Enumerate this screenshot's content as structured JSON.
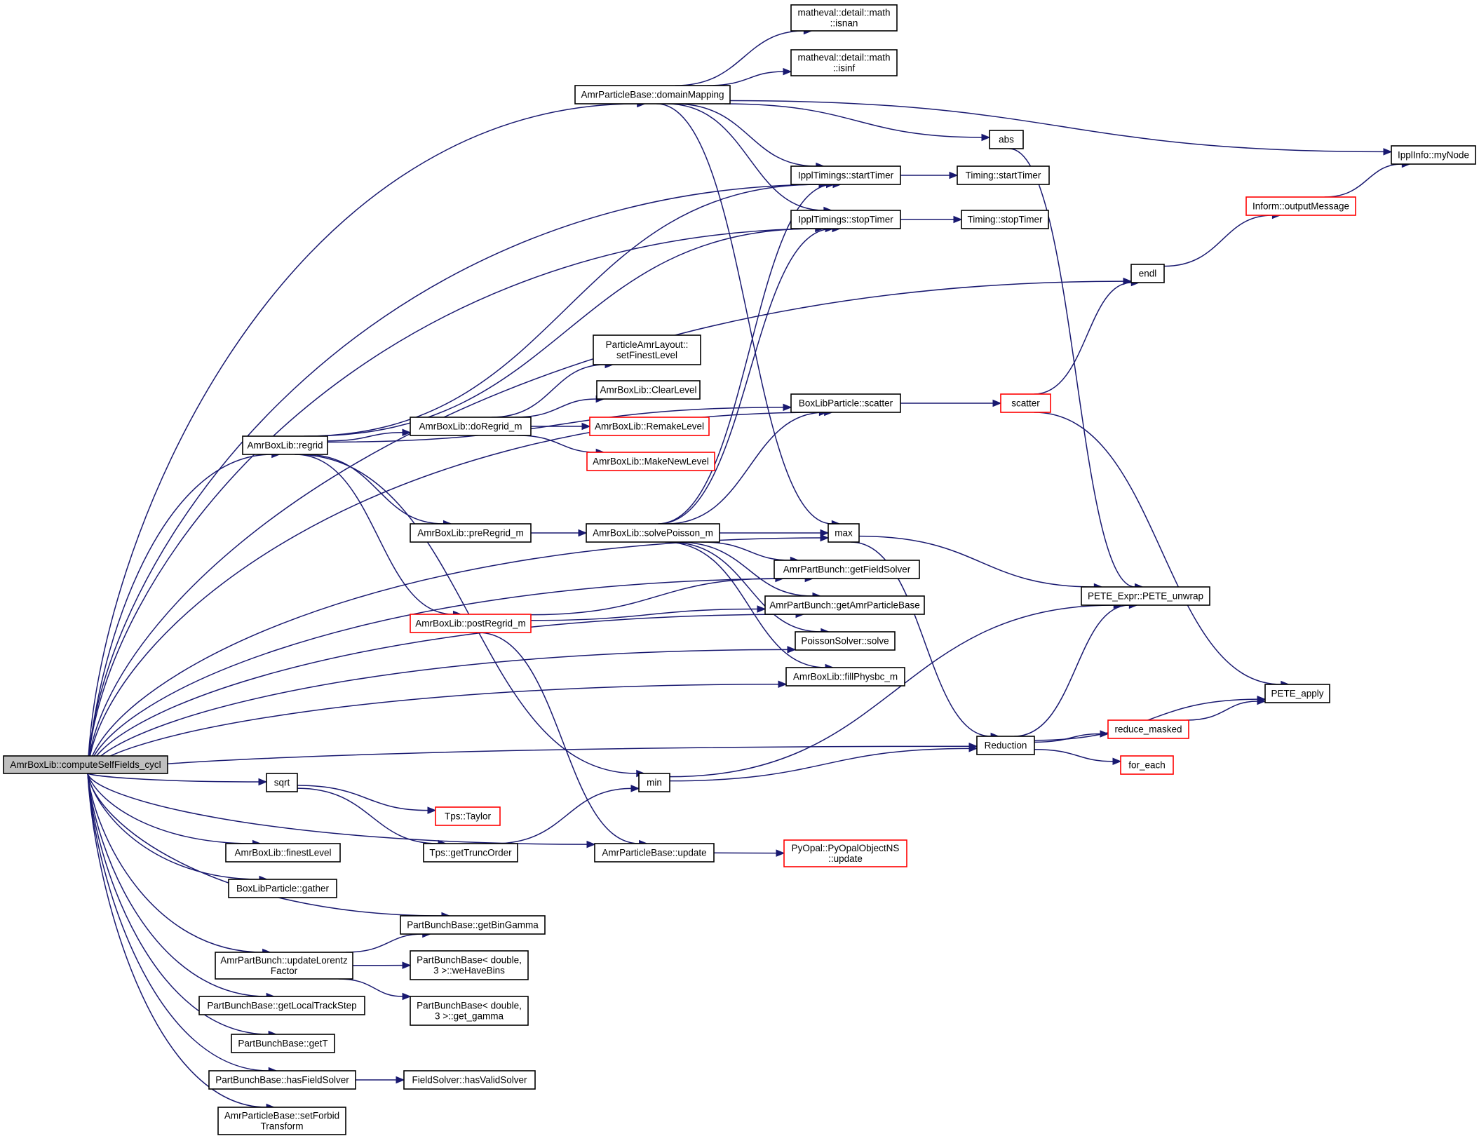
{
  "diagram": {
    "type": "call-graph",
    "node_colors": {
      "default": "#000000",
      "truncated": "#ff0000",
      "root_fill": "#bfbfbf",
      "edge": "#191970"
    },
    "nodes": [
      {
        "id": "root",
        "lines": [
          "AmrBoxLib::computeSelfFields_cycl"
        ],
        "color": "gray"
      },
      {
        "id": "domainMapping",
        "lines": [
          "AmrParticleBase::domainMapping"
        ],
        "color": "black"
      },
      {
        "id": "isnan",
        "lines": [
          "matheval::detail::math",
          "::isnan"
        ],
        "color": "black"
      },
      {
        "id": "isinf",
        "lines": [
          "matheval::detail::math",
          "::isinf"
        ],
        "color": "black"
      },
      {
        "id": "abs",
        "lines": [
          "abs"
        ],
        "color": "black"
      },
      {
        "id": "myNode",
        "lines": [
          "IpplInfo::myNode"
        ],
        "color": "black"
      },
      {
        "id": "startTimer",
        "lines": [
          "IpplTimings::startTimer"
        ],
        "color": "black"
      },
      {
        "id": "tStartTimer",
        "lines": [
          "Timing::startTimer"
        ],
        "color": "black"
      },
      {
        "id": "stopTimer",
        "lines": [
          "IpplTimings::stopTimer"
        ],
        "color": "black"
      },
      {
        "id": "tStopTimer",
        "lines": [
          "Timing::stopTimer"
        ],
        "color": "black"
      },
      {
        "id": "outputMessage",
        "lines": [
          "Inform::outputMessage"
        ],
        "color": "red"
      },
      {
        "id": "endl",
        "lines": [
          "endl"
        ],
        "color": "black"
      },
      {
        "id": "setFinestLevel",
        "lines": [
          "ParticleAmrLayout::",
          "setFinestLevel"
        ],
        "color": "black"
      },
      {
        "id": "clearLevel",
        "lines": [
          "AmrBoxLib::ClearLevel"
        ],
        "color": "black"
      },
      {
        "id": "remakeLevel",
        "lines": [
          "AmrBoxLib::RemakeLevel"
        ],
        "color": "red"
      },
      {
        "id": "makeNewLevel",
        "lines": [
          "AmrBoxLib::MakeNewLevel"
        ],
        "color": "red"
      },
      {
        "id": "doRegrid",
        "lines": [
          "AmrBoxLib::doRegrid_m"
        ],
        "color": "black"
      },
      {
        "id": "regrid",
        "lines": [
          "AmrBoxLib::regrid"
        ],
        "color": "black"
      },
      {
        "id": "scatterBL",
        "lines": [
          "BoxLibParticle::scatter"
        ],
        "color": "black"
      },
      {
        "id": "scatter",
        "lines": [
          "scatter"
        ],
        "color": "red"
      },
      {
        "id": "preRegrid",
        "lines": [
          "AmrBoxLib::preRegrid_m"
        ],
        "color": "black"
      },
      {
        "id": "solvePoisson",
        "lines": [
          "AmrBoxLib::solvePoisson_m"
        ],
        "color": "black"
      },
      {
        "id": "max",
        "lines": [
          "max"
        ],
        "color": "black"
      },
      {
        "id": "getFieldSolver",
        "lines": [
          "AmrPartBunch::getFieldSolver"
        ],
        "color": "black"
      },
      {
        "id": "getAmrParticleBase",
        "lines": [
          "AmrPartBunch::getAmrParticleBase"
        ],
        "color": "black"
      },
      {
        "id": "peteUnwrap",
        "lines": [
          "PETE_Expr::PETE_unwrap"
        ],
        "color": "black"
      },
      {
        "id": "postRegrid",
        "lines": [
          "AmrBoxLib::postRegrid_m"
        ],
        "color": "red"
      },
      {
        "id": "poissonSolve",
        "lines": [
          "PoissonSolver::solve"
        ],
        "color": "black"
      },
      {
        "id": "fillPhysbc",
        "lines": [
          "AmrBoxLib::fillPhysbc_m"
        ],
        "color": "black"
      },
      {
        "id": "peteApply",
        "lines": [
          "PETE_apply"
        ],
        "color": "black"
      },
      {
        "id": "reduceMasked",
        "lines": [
          "reduce_masked"
        ],
        "color": "red"
      },
      {
        "id": "reduction",
        "lines": [
          "Reduction"
        ],
        "color": "black"
      },
      {
        "id": "forEach",
        "lines": [
          "for_each"
        ],
        "color": "red"
      },
      {
        "id": "min",
        "lines": [
          "min"
        ],
        "color": "black"
      },
      {
        "id": "sqrt",
        "lines": [
          "sqrt"
        ],
        "color": "black"
      },
      {
        "id": "taylor",
        "lines": [
          "Tps::Taylor"
        ],
        "color": "red"
      },
      {
        "id": "getTruncOrder",
        "lines": [
          "Tps::getTruncOrder"
        ],
        "color": "black"
      },
      {
        "id": "finestLevel",
        "lines": [
          "AmrBoxLib::finestLevel"
        ],
        "color": "black"
      },
      {
        "id": "update",
        "lines": [
          "AmrParticleBase::update"
        ],
        "color": "black"
      },
      {
        "id": "pyUpdate",
        "lines": [
          "PyOpal::PyOpalObjectNS",
          "::update"
        ],
        "color": "red"
      },
      {
        "id": "gather",
        "lines": [
          "BoxLibParticle::gather"
        ],
        "color": "black"
      },
      {
        "id": "getBinGamma",
        "lines": [
          "PartBunchBase::getBinGamma"
        ],
        "color": "black"
      },
      {
        "id": "updateLorentz",
        "lines": [
          "AmrPartBunch::updateLorentz",
          "Factor"
        ],
        "color": "black"
      },
      {
        "id": "weHaveBins",
        "lines": [
          "PartBunchBase< double,",
          "3 >::weHaveBins"
        ],
        "color": "black"
      },
      {
        "id": "getGamma",
        "lines": [
          "PartBunchBase< double,",
          "3 >::get_gamma"
        ],
        "color": "black"
      },
      {
        "id": "getLocalTrackStep",
        "lines": [
          "PartBunchBase::getLocalTrackStep"
        ],
        "color": "black"
      },
      {
        "id": "getT",
        "lines": [
          "PartBunchBase::getT"
        ],
        "color": "black"
      },
      {
        "id": "hasFieldSolver",
        "lines": [
          "PartBunchBase::hasFieldSolver"
        ],
        "color": "black"
      },
      {
        "id": "hasValidSolver",
        "lines": [
          "FieldSolver::hasValidSolver"
        ],
        "color": "black"
      },
      {
        "id": "setForbidTransform",
        "lines": [
          "AmrParticleBase::setForbid",
          "Transform"
        ],
        "color": "black"
      }
    ],
    "edges": [
      [
        "root",
        "domainMapping"
      ],
      [
        "root",
        "startTimer"
      ],
      [
        "root",
        "stopTimer"
      ],
      [
        "root",
        "endl"
      ],
      [
        "root",
        "scatterBL"
      ],
      [
        "root",
        "regrid"
      ],
      [
        "root",
        "max"
      ],
      [
        "root",
        "getFieldSolver"
      ],
      [
        "root",
        "getAmrParticleBase"
      ],
      [
        "root",
        "poissonSolve"
      ],
      [
        "root",
        "fillPhysbc"
      ],
      [
        "root",
        "reduction"
      ],
      [
        "root",
        "sqrt"
      ],
      [
        "root",
        "finestLevel"
      ],
      [
        "root",
        "gather"
      ],
      [
        "root",
        "getBinGamma"
      ],
      [
        "root",
        "updateLorentz"
      ],
      [
        "root",
        "getLocalTrackStep"
      ],
      [
        "root",
        "getT"
      ],
      [
        "root",
        "hasFieldSolver"
      ],
      [
        "root",
        "setForbidTransform"
      ],
      [
        "root",
        "update"
      ],
      [
        "domainMapping",
        "isnan"
      ],
      [
        "domainMapping",
        "isinf"
      ],
      [
        "domainMapping",
        "myNode"
      ],
      [
        "domainMapping",
        "abs"
      ],
      [
        "domainMapping",
        "startTimer"
      ],
      [
        "domainMapping",
        "stopTimer"
      ],
      [
        "domainMapping",
        "max"
      ],
      [
        "abs",
        "peteUnwrap"
      ],
      [
        "startTimer",
        "tStartTimer"
      ],
      [
        "stopTimer",
        "tStopTimer"
      ],
      [
        "outputMessage",
        "myNode"
      ],
      [
        "endl",
        "outputMessage"
      ],
      [
        "regrid",
        "startTimer"
      ],
      [
        "regrid",
        "stopTimer"
      ],
      [
        "regrid",
        "scatterBL"
      ],
      [
        "regrid",
        "doRegrid"
      ],
      [
        "regrid",
        "preRegrid"
      ],
      [
        "regrid",
        "postRegrid"
      ],
      [
        "regrid",
        "min"
      ],
      [
        "doRegrid",
        "setFinestLevel"
      ],
      [
        "doRegrid",
        "clearLevel"
      ],
      [
        "doRegrid",
        "remakeLevel"
      ],
      [
        "doRegrid",
        "makeNewLevel"
      ],
      [
        "scatterBL",
        "scatter"
      ],
      [
        "scatter",
        "endl"
      ],
      [
        "scatter",
        "peteApply"
      ],
      [
        "preRegrid",
        "solvePoisson"
      ],
      [
        "solvePoisson",
        "startTimer"
      ],
      [
        "solvePoisson",
        "stopTimer"
      ],
      [
        "solvePoisson",
        "scatterBL"
      ],
      [
        "solvePoisson",
        "max"
      ],
      [
        "solvePoisson",
        "getFieldSolver"
      ],
      [
        "solvePoisson",
        "getAmrParticleBase"
      ],
      [
        "solvePoisson",
        "poissonSolve"
      ],
      [
        "solvePoisson",
        "fillPhysbc"
      ],
      [
        "max",
        "peteUnwrap"
      ],
      [
        "max",
        "reduction"
      ],
      [
        "postRegrid",
        "getFieldSolver"
      ],
      [
        "postRegrid",
        "getAmrParticleBase"
      ],
      [
        "postRegrid",
        "update"
      ],
      [
        "reduction",
        "peteUnwrap"
      ],
      [
        "reduction",
        "peteApply"
      ],
      [
        "reduction",
        "reduceMasked"
      ],
      [
        "reduction",
        "forEach"
      ],
      [
        "reduceMasked",
        "peteApply"
      ],
      [
        "min",
        "peteUnwrap"
      ],
      [
        "min",
        "reduction"
      ],
      [
        "sqrt",
        "taylor"
      ],
      [
        "sqrt",
        "getTruncOrder"
      ],
      [
        "getTruncOrder",
        "min"
      ],
      [
        "update",
        "pyUpdate"
      ],
      [
        "updateLorentz",
        "getBinGamma"
      ],
      [
        "updateLorentz",
        "weHaveBins"
      ],
      [
        "updateLorentz",
        "getGamma"
      ],
      [
        "hasFieldSolver",
        "hasValidSolver"
      ]
    ]
  }
}
